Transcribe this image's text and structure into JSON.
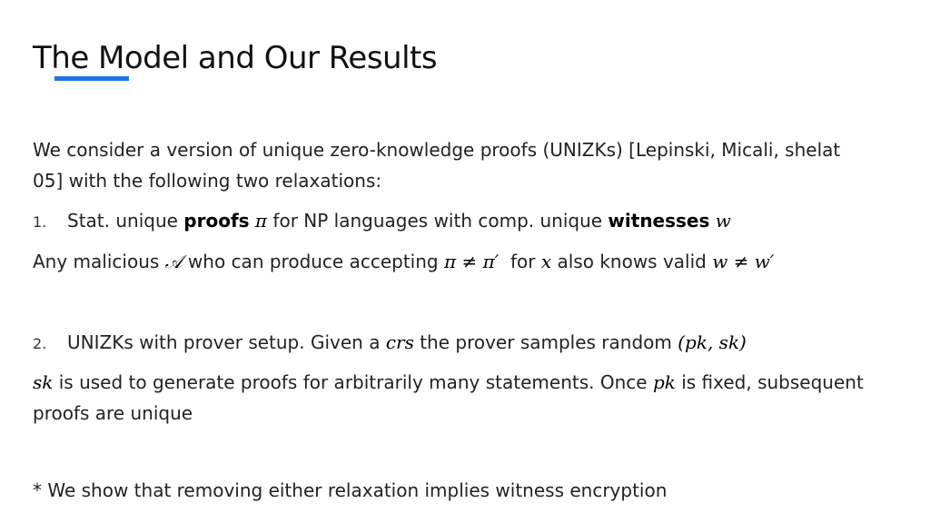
{
  "slide": {
    "title": "The Model and Our Results",
    "intro_line1": "We consider a version of unique zero-knowledge proofs (UNIZKs) [Lepinski, Micali, shelat",
    "intro_line2": "05] with the following two relaxations:",
    "item1": {
      "number": "1.",
      "text_a": "Stat. unique ",
      "bold_proofs": "proofs",
      "sym_pi": "π",
      "text_b": " for NP languages with comp. unique ",
      "bold_witnesses": "witnesses",
      "sym_w": "w"
    },
    "item1_detail": {
      "text_a": "Any malicious ",
      "sym_A": "𝒜",
      "text_b": " who can produce accepting ",
      "sym_pi_neq": "π ≠ π′",
      "text_c": "  for ",
      "sym_x": "x",
      "text_d": " also knows valid ",
      "sym_w_neq": "w ≠ w′"
    },
    "item2": {
      "number": "2.",
      "text_a": "UNIZKs with prover setup. Given a ",
      "sym_crs": "crs",
      "text_b": " the prover samples random ",
      "sym_pksk": "(pk, sk)"
    },
    "item2_detail": {
      "sym_sk": "sk",
      "text_a": " is used to generate proofs for arbitrarily many statements. Once ",
      "sym_pk": "pk",
      "text_b": " is fixed, subsequent",
      "line2": "proofs are unique"
    },
    "footnote": "* We show that removing either relaxation implies witness encryption",
    "accent_color": "#1a73e8"
  }
}
